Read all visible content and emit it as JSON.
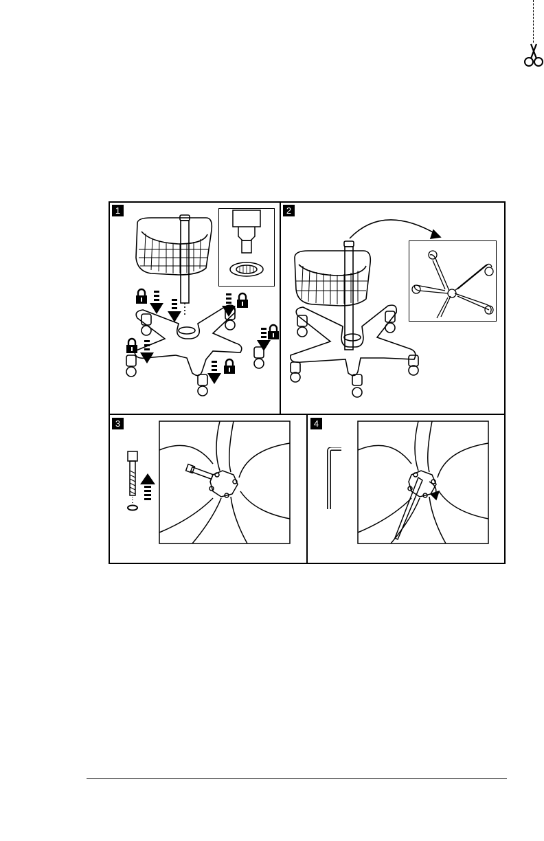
{
  "figure": {
    "panels": [
      {
        "number": "1",
        "name": "attach-column-and-casters"
      },
      {
        "number": "2",
        "name": "turn-stand-over"
      },
      {
        "number": "3",
        "name": "insert-bolt"
      },
      {
        "number": "4",
        "name": "tighten-bolt"
      }
    ]
  },
  "colors": {
    "line": "#000000",
    "background": "#ffffff",
    "badge": "#000000"
  },
  "icons": [
    "scissors-icon",
    "lock-icon",
    "down-arrow-icon",
    "curved-arrow-icon",
    "up-arrow-icon",
    "hex-key-icon",
    "rotate-arrow-icon"
  ]
}
